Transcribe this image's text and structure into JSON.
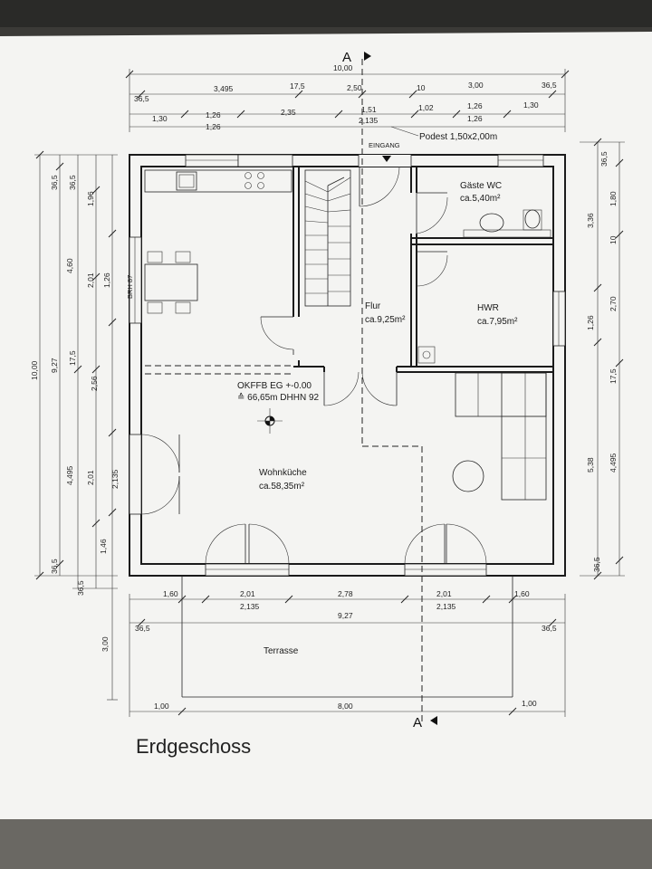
{
  "title": "Erdgeschoss",
  "section_marker": "A",
  "rooms": {
    "kitchen": {
      "name": "Wohnküche",
      "area": "ca.58,35m²"
    },
    "hall": {
      "name": "Flur",
      "area": "ca.9,25m²"
    },
    "wc": {
      "name": "Gäste WC",
      "area": "ca.5,40m²"
    },
    "hwr": {
      "name": "HWR",
      "area": "ca.7,95m²"
    },
    "terrace": {
      "name": "Terrasse"
    }
  },
  "labels": {
    "entrance": "EINGANG",
    "podest": "Podest 1,50x2,00m",
    "level_1": "OKFFB EG +-0.00",
    "level_2": "≙ 66,65m DHHN 92",
    "brh": "BRH 87"
  },
  "dims": {
    "top_total": "10,00",
    "top_row1": [
      "36,5",
      "3,495",
      "17,5",
      "2,50",
      "10",
      "3,00",
      "36,5"
    ],
    "top_row2": [
      "1,30",
      "1,26",
      "2,35",
      "1,51",
      "1,02",
      "1,26",
      "1,30"
    ],
    "top_row3": [
      "1,26",
      "2,135",
      "1,26"
    ],
    "left_total": "10,00",
    "left_col2": [
      "36,5",
      "9,27",
      "36,5"
    ],
    "left_col3": [
      "36,5",
      "4,60",
      "17,5",
      "4,495",
      "36,5"
    ],
    "left_col4": [
      "1,96",
      "2,01",
      "2,56",
      "2,01",
      "1,46",
      "3,00"
    ],
    "left_col5": [
      "1,26",
      "2,135"
    ],
    "right_outer": [
      "36,5",
      "3,36",
      "1,26",
      "5,38",
      "36,5"
    ],
    "right_inner": [
      "1,80",
      "10",
      "2,70",
      "17,5",
      "4,495"
    ],
    "bottom_row1": [
      "1,60",
      "2,01",
      "2,78",
      "2,01",
      "1,60"
    ],
    "bottom_row2": [
      "2,135",
      "2,135"
    ],
    "bottom_row3": [
      "36,5",
      "9,27",
      "36,5"
    ],
    "bottom_row4": [
      "1,00",
      "8,00",
      "1,00"
    ]
  }
}
